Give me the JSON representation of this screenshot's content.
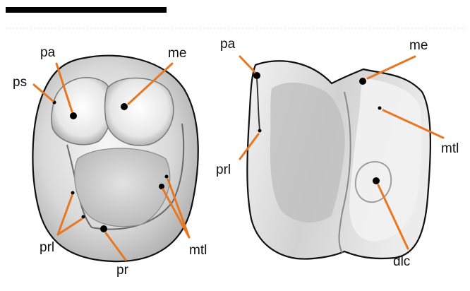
{
  "figure": {
    "scale_bar": "scale bar",
    "colors": {
      "leader": "#e87722",
      "outline": "#111111",
      "enamel_light": "#ffffff",
      "enamel_dark": "#9a9a9a"
    },
    "left_tooth": {
      "labels": {
        "pa": "pa",
        "me": "me",
        "ps": "ps",
        "prl": "prl",
        "mtl": "mtl",
        "pr": "pr"
      }
    },
    "right_tooth": {
      "labels": {
        "pa": "pa",
        "me": "me",
        "prl": "prl",
        "mtl": "mtl",
        "dlc": "dlc"
      }
    }
  }
}
